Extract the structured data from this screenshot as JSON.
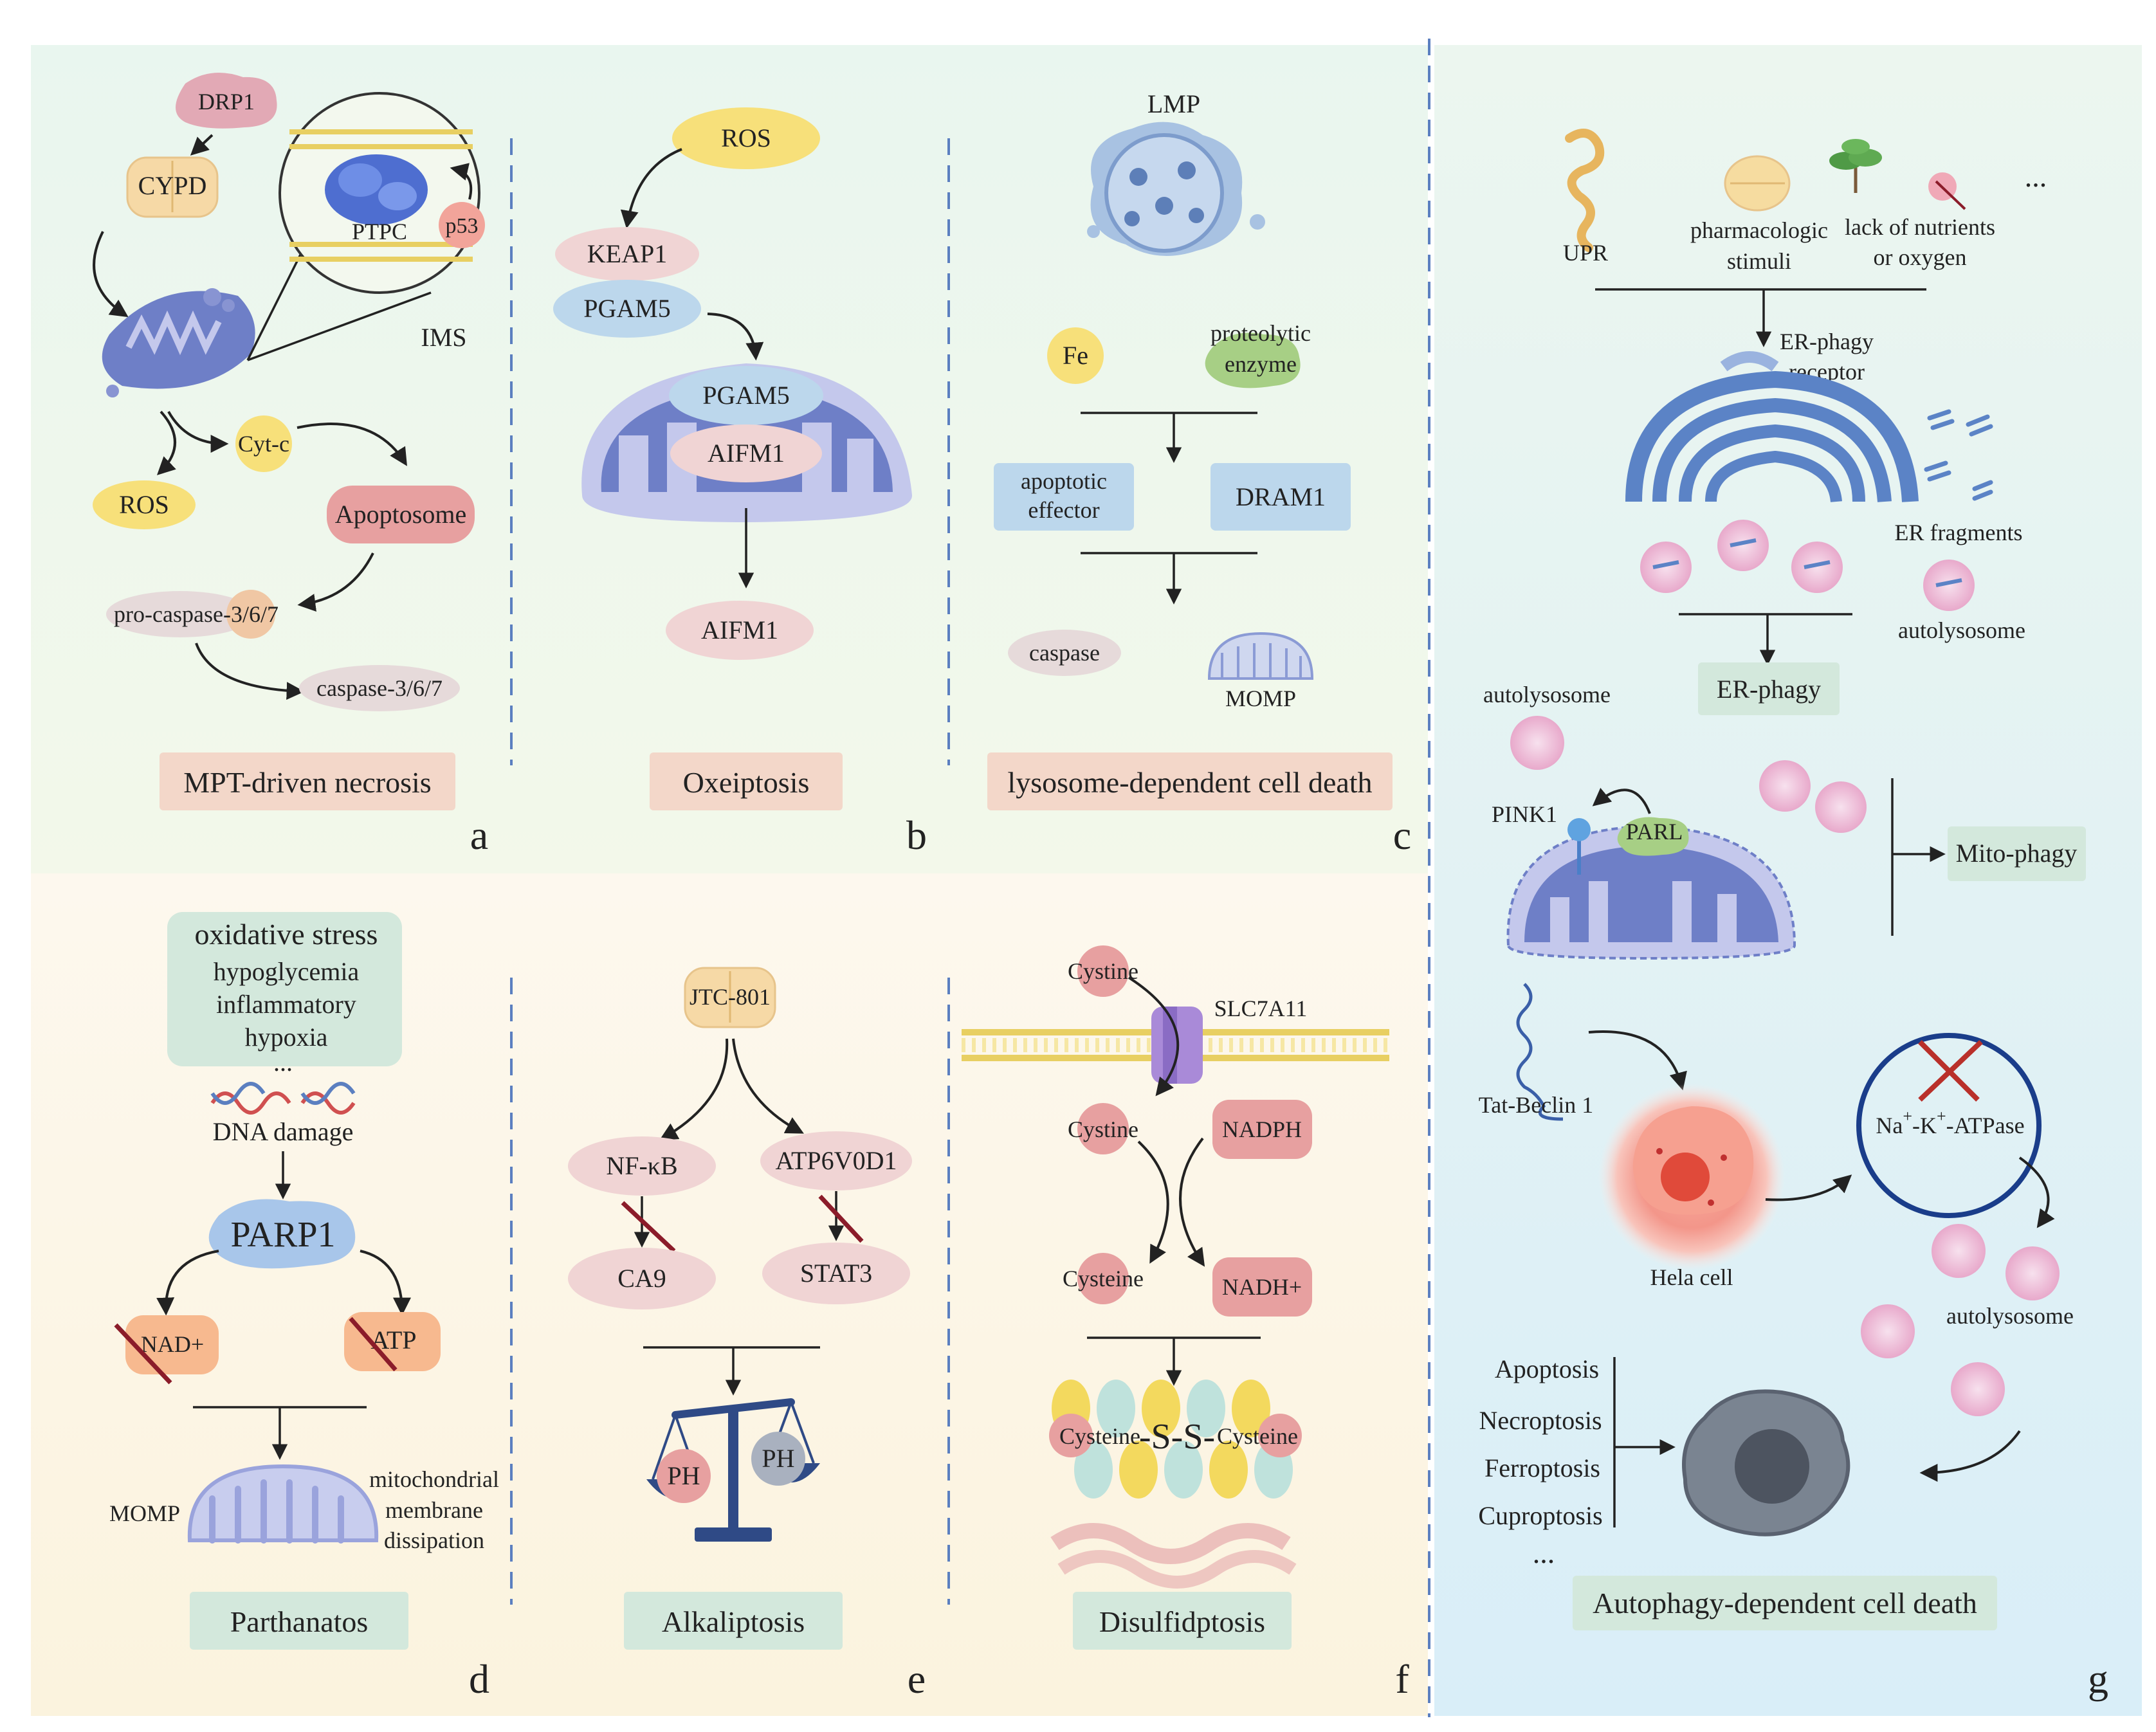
{
  "panel_letters": [
    "a",
    "b",
    "c",
    "d",
    "e",
    "f",
    "g"
  ],
  "panel_a": {
    "title": "MPT-driven necrosis",
    "drp1": "DRP1",
    "cypd": "CYPD",
    "ptpc": "PTPC",
    "p53": "p53",
    "ims": "IMS",
    "cytc": "Cyt-c",
    "ros": "ROS",
    "apoptosome": "Apoptosome",
    "procaspase": "pro-caspase-3/6/7",
    "caspase": "caspase-3/6/7"
  },
  "panel_b": {
    "title": "Oxeiptosis",
    "ros": "ROS",
    "keap1": "KEAP1",
    "pgam5_top": "PGAM5",
    "pgam5_mito": "PGAM5",
    "aifm1_mito": "AIFM1",
    "aifm1_out": "AIFM1"
  },
  "panel_c": {
    "title": "lysosome-dependent cell death",
    "lmp": "LMP",
    "fe": "Fe",
    "proteolytic_1": "proteolytic",
    "proteolytic_2": "enzyme",
    "apoptotic_1": "apoptotic",
    "apoptotic_2": "effector",
    "dram1": "DRAM1",
    "caspase": "caspase",
    "momp": "MOMP"
  },
  "panel_d": {
    "title": "Parthanatos",
    "stress_1": "oxidative stress",
    "stress_2": "hypoglycemia",
    "stress_3": "inflammatory",
    "stress_4": "hypoxia",
    "ellipsis": "...",
    "dna_damage": "DNA damage",
    "parp1": "PARP1",
    "nad": "NAD+",
    "atp": "ATP",
    "momp": "MOMP",
    "mito_1": "mitochondrial",
    "mito_2": "membrane",
    "mito_3": "dissipation"
  },
  "panel_e": {
    "title": "Alkaliptosis",
    "jtc": "JTC-801",
    "nfkb": "NF-κB",
    "atp6": "ATP6V0D1",
    "ca9": "CA9",
    "stat3": "STAT3",
    "ph_left": "PH",
    "ph_right": "PH"
  },
  "panel_f": {
    "title": "Disulfidptosis",
    "cystine_top": "Cystine",
    "slc": "SLC7A11",
    "cystine_mid": "Cystine",
    "nadph": "NADPH",
    "cysteine": "Cysteine",
    "nadh": "NADH+",
    "disulfide_left": "Cysteine",
    "disulfide_mid": "-S-S-",
    "disulfide_right": "Cysteine"
  },
  "panel_g": {
    "title": "Autophagy-dependent cell death",
    "upr": "UPR",
    "pharma_1": "pharmacologic",
    "pharma_2": "stimuli",
    "lack_1": "lack of nutrients",
    "lack_2": "or oxygen",
    "ellipsis_top": "...",
    "er_receptor_1": "ER-phagy",
    "er_receptor_2": "receptor",
    "er_fragments": "ER fragments",
    "autolysosome_1": "autolysosome",
    "er_phagy": "ER-phagy",
    "autolysosome_2": "autolysosome",
    "pink1": "PINK1",
    "parl": "PARL",
    "mitophagy": "Mito-phagy",
    "tat_beclin": "Tat-Beclin 1",
    "hela": "Hela cell",
    "nak_na": "Na",
    "nak_k": "-K",
    "nak_atpase": "-ATPase",
    "nak_plus": "+",
    "autolysosome_3": "autolysosome",
    "apoptosis": "Apoptosis",
    "necroptosis": "Necroptosis",
    "ferroptosis": "Ferroptosis",
    "cuproptosis": "Cuproptosis",
    "ellipsis_bottom": "..."
  },
  "colors": {
    "bg_top": "#eaf6ee",
    "bg_bottom": "#fbf6e6",
    "bg_right": "#e3f1f9",
    "divider": "#5b7fc0",
    "banner_tan": "#f3d7c9",
    "banner_green": "#d3e8dc",
    "pink_blob": "#f0d4d4",
    "blue_blob": "#bcd7ec",
    "yellow_blob": "#f7e07a",
    "orange_blob": "#f7b98f",
    "red_blob": "#e7a0a0",
    "mito_purple": "#6e7fc7",
    "mito_lilac": "#c4c8ec"
  }
}
